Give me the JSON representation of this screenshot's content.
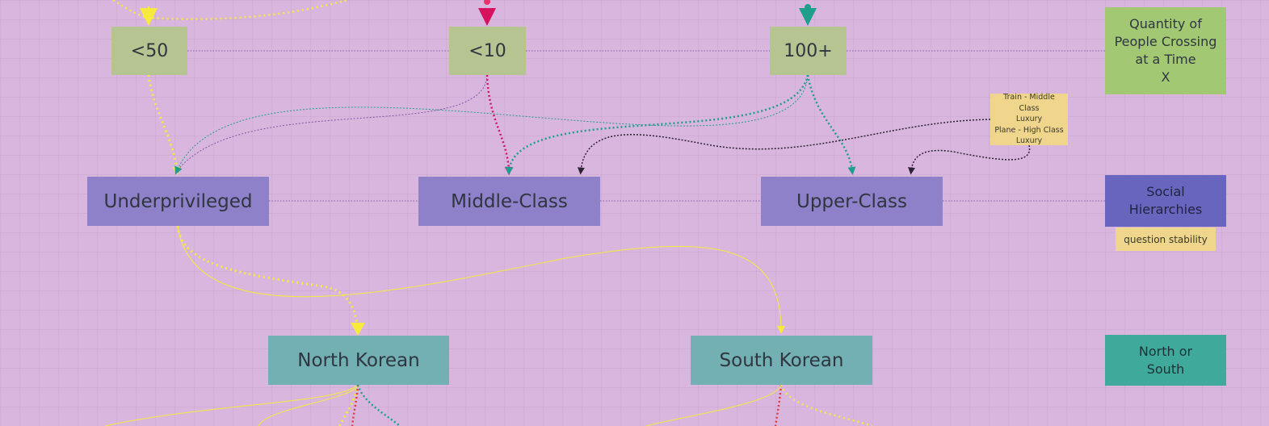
{
  "diagram": {
    "quantity_nodes": [
      {
        "id": "lt50",
        "label": "<50"
      },
      {
        "id": "lt10",
        "label": "<10"
      },
      {
        "id": "gt100",
        "label": "100+"
      }
    ],
    "class_nodes": [
      {
        "id": "under",
        "label": "Underprivileged"
      },
      {
        "id": "middle",
        "label": "Middle-Class"
      },
      {
        "id": "upper",
        "label": "Upper-Class"
      }
    ],
    "korea_nodes": [
      {
        "id": "north",
        "label": "North Korean"
      },
      {
        "id": "south",
        "label": "South Korean"
      }
    ],
    "legend": {
      "quantity": "Quantity of\nPeople Crossing\nat a Time\nX",
      "social": "Social\nHierarchies",
      "north_south": "North or\nSouth"
    },
    "notes": {
      "transport": "Train - Middle Class\nLuxury\nPlane - High Class\nLuxury",
      "question": "question stability"
    },
    "colors": {
      "background": "#d9b6de",
      "quantity_node": "#b5c491",
      "class_node": "#8e80c9",
      "korea_node": "#73b0b3",
      "legend_quantity": "#a3c874",
      "legend_social": "#6865bf",
      "legend_north_south": "#3fa99b",
      "sticky_note": "#f0d58c",
      "link_yellow": "#f7ea3c",
      "link_pink": "#d6125f",
      "link_teal": "#1f9e8c",
      "link_purple": "#7a5aa6",
      "link_dark": "#2b2233"
    }
  }
}
